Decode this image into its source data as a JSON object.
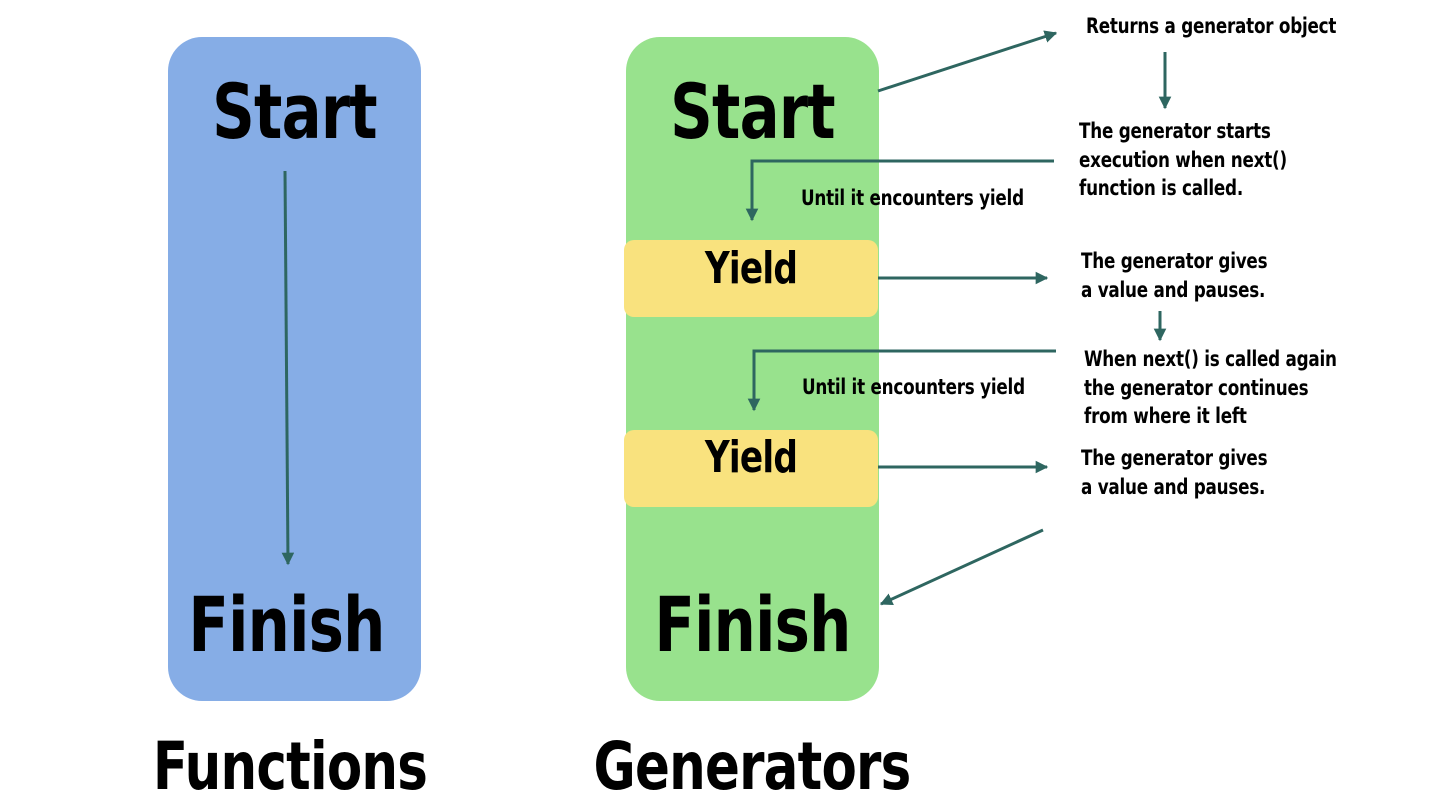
{
  "functions": {
    "start": "Start",
    "finish": "Finish",
    "caption": "Functions"
  },
  "generators": {
    "start": "Start",
    "yield_1": "Yield",
    "yield_2": "Yield",
    "finish": "Finish",
    "caption": "Generators",
    "until_1": "Until it encounters yield",
    "until_2": "Until it encounters yield"
  },
  "notes": {
    "returns": "Returns a generator object",
    "starts": [
      "The generator starts",
      "execution when next()",
      "function is called."
    ],
    "gives_1": [
      "The generator gives",
      "a value and pauses."
    ],
    "called_again": [
      "When next() is called again",
      "the generator continues",
      "from where it left"
    ],
    "gives_2": [
      "The generator gives",
      "a value and pauses."
    ]
  },
  "colors": {
    "functions_fill": "#86ade6",
    "generators_fill": "#98e28d",
    "yield_fill": "#f9e27e",
    "arrow": "#2e6660"
  }
}
